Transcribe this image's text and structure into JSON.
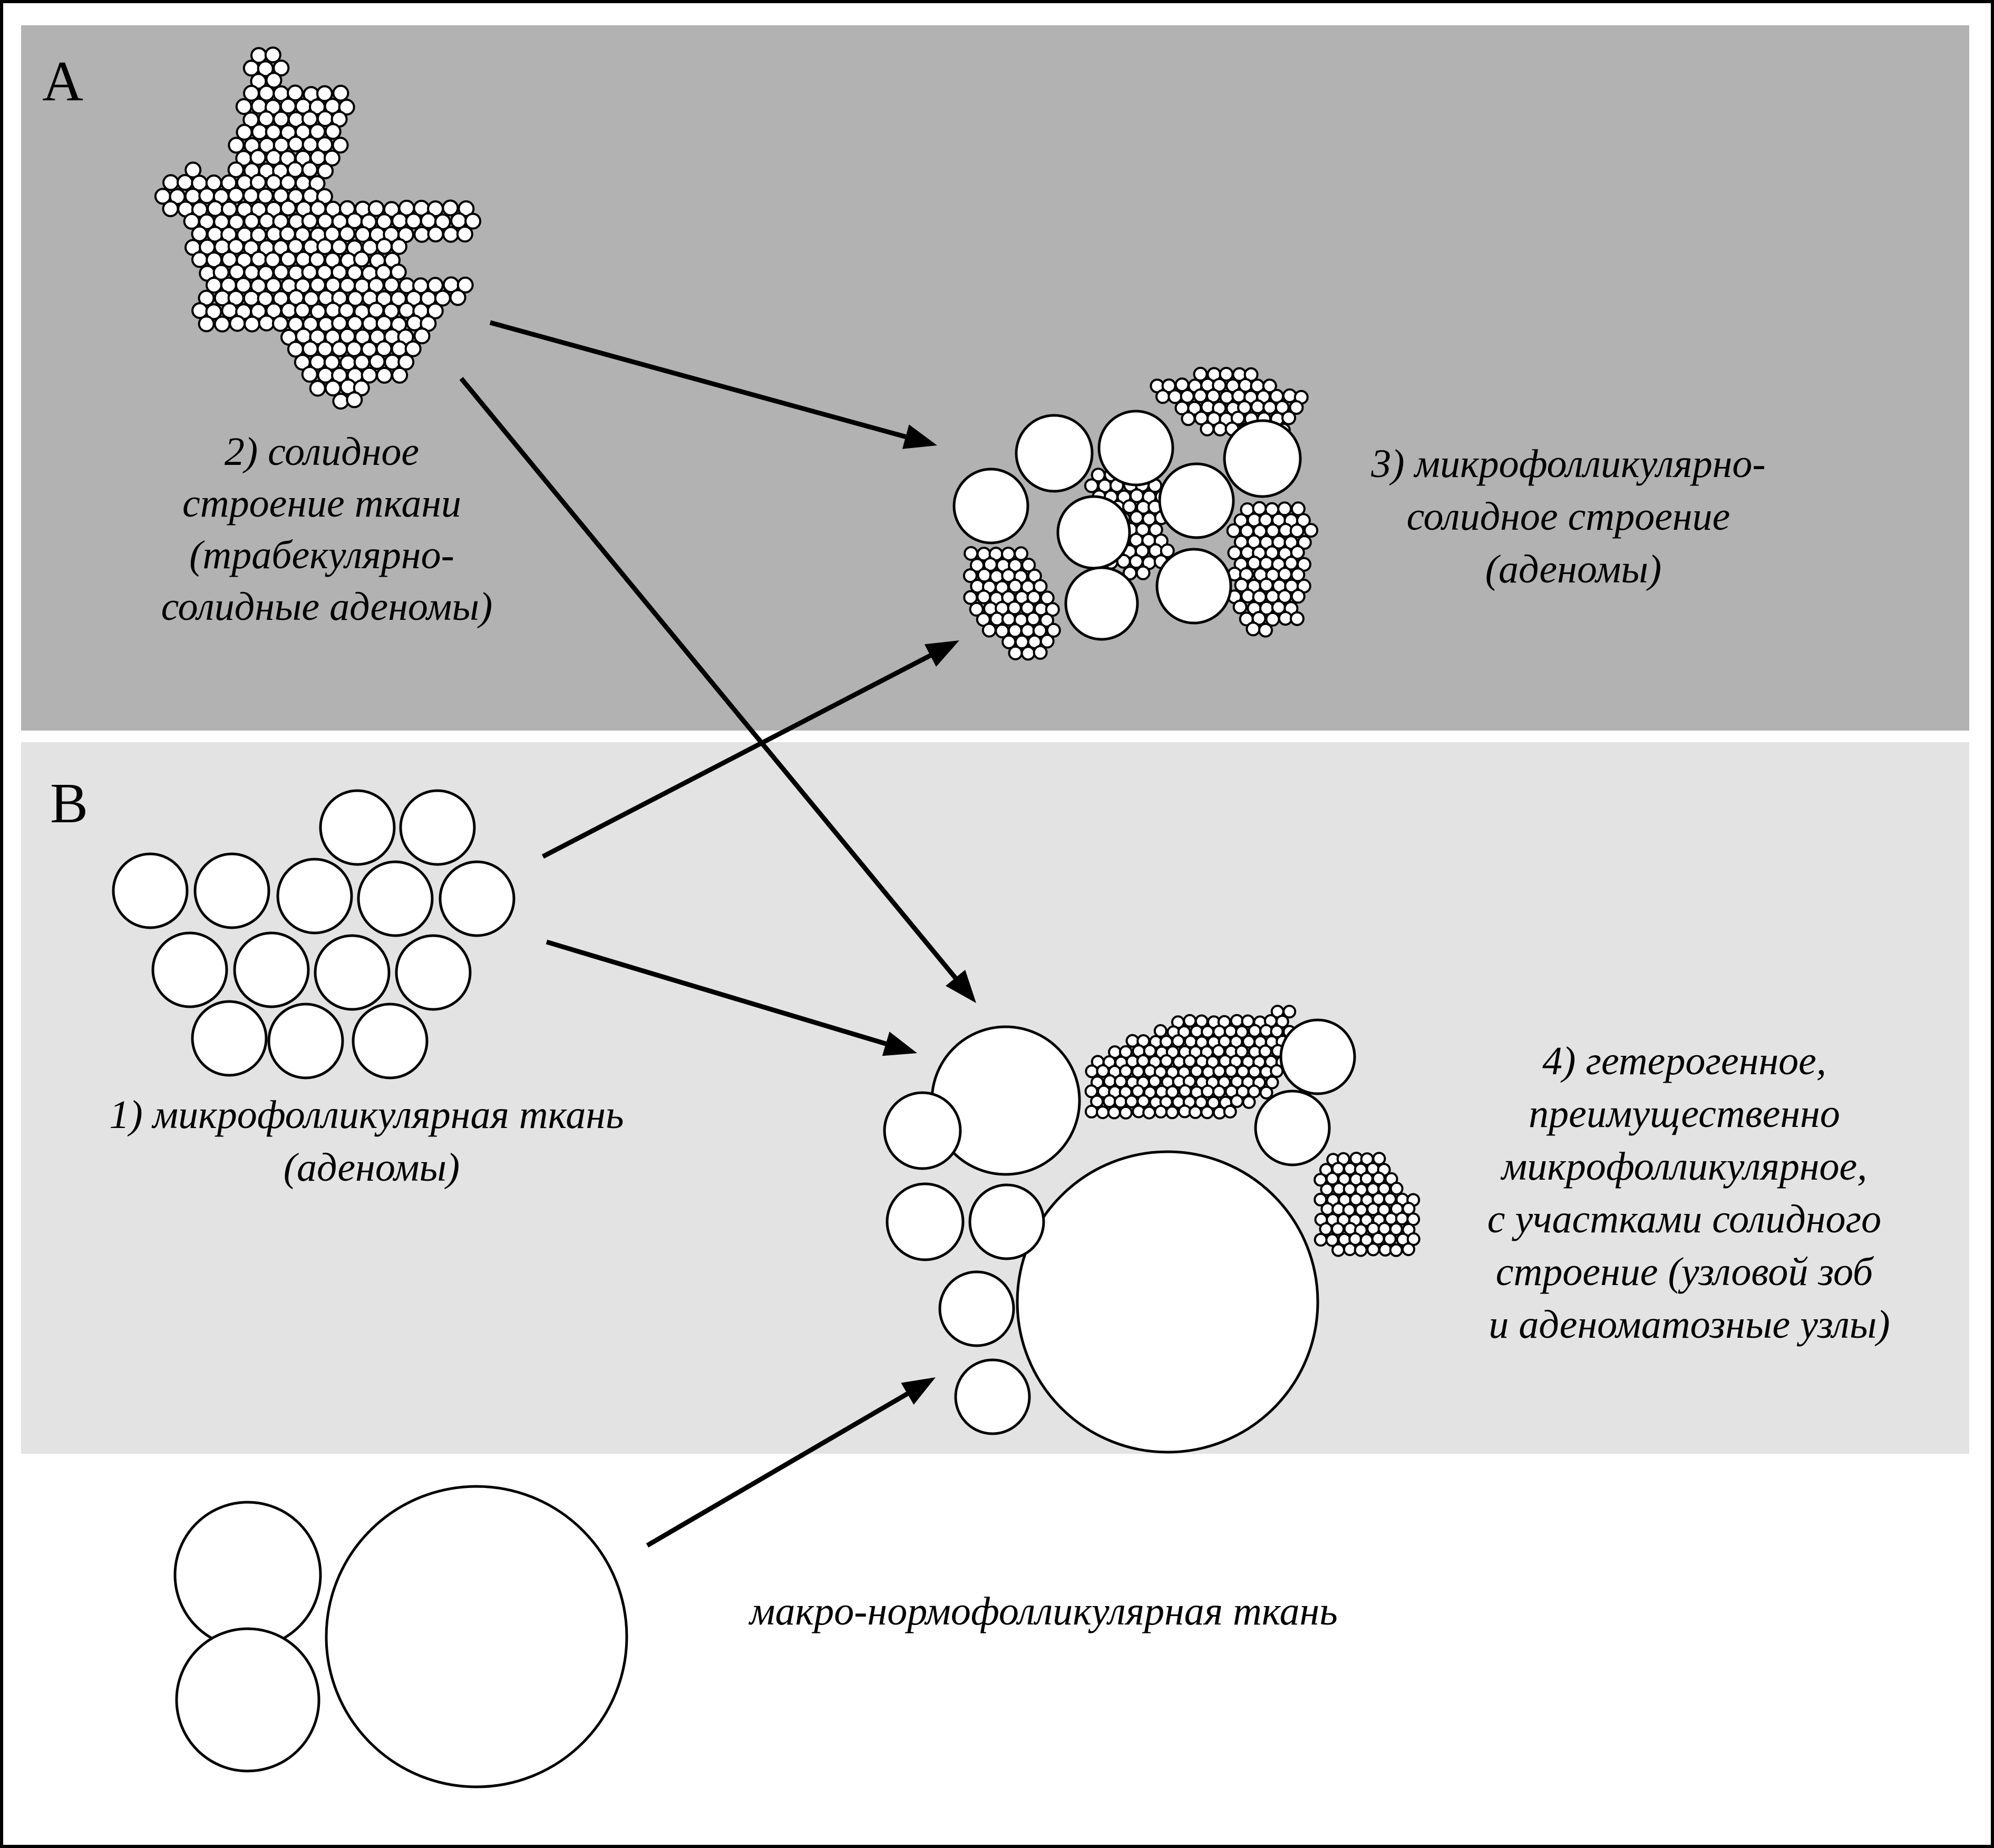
{
  "panels": {
    "a": {
      "letter": "A",
      "color": "#b2b2b2"
    },
    "b": {
      "letter": "B",
      "color": "#e3e3e3"
    }
  },
  "nodes": {
    "solid": {
      "lines": [
        "2) солидное",
        "строение ткани",
        "(трабекулярно-",
        "солидные аденомы)"
      ]
    },
    "micro_solid": {
      "lines": [
        "3) микрофолликулярно-",
        "солидное строение",
        "(аденомы)"
      ]
    },
    "micro": {
      "lines": [
        "1) микрофолликулярная ткань",
        "(аденомы)"
      ]
    },
    "hetero": {
      "lines": [
        "4) гетерогенное,",
        "преимущественно",
        "микрофолликулярное,",
        "с участками солидного",
        "строение (узловой зоб",
        "и аденоматозные узлы)"
      ]
    },
    "macro": {
      "lines": [
        "макро-нормофолликулярная ткань"
      ]
    }
  },
  "edges": [
    {
      "from": "solid",
      "to": "micro_solid"
    },
    {
      "from": "solid",
      "to": "hetero"
    },
    {
      "from": "micro",
      "to": "micro_solid"
    },
    {
      "from": "micro",
      "to": "hetero"
    },
    {
      "from": "macro",
      "to": "hetero"
    }
  ]
}
